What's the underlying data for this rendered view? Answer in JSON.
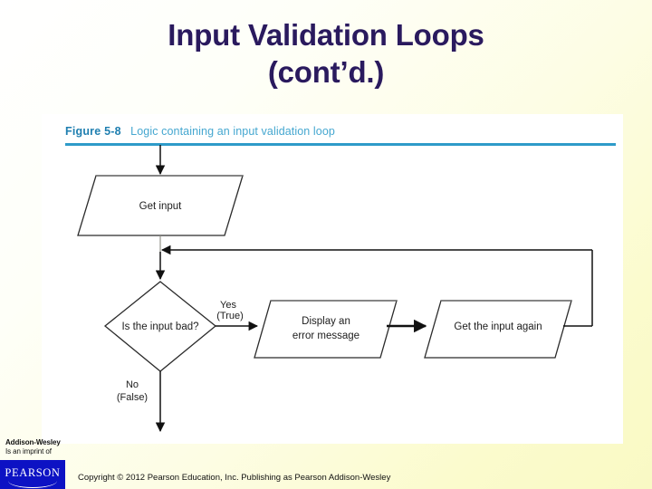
{
  "slide": {
    "title_line1": "Input Validation Loops",
    "title_line2": "(cont’d.)",
    "title_color": "#2a1a5e",
    "background_color": "#fbfbcd"
  },
  "figure": {
    "caption_label": "Figure 5-8",
    "caption_text": "Logic containing an input validation loop",
    "caption_color": "#2e9bc9",
    "rule_color": "#2e9bc9",
    "panel_color": "#ffffff"
  },
  "flowchart": {
    "type": "flowchart",
    "nodes": [
      {
        "id": "get-input",
        "shape": "parallelogram",
        "label": "Get input"
      },
      {
        "id": "decision",
        "shape": "diamond",
        "label": "Is the input bad?"
      },
      {
        "id": "display-error",
        "shape": "parallelogram",
        "label_line1": "Display an",
        "label_line2": "error message"
      },
      {
        "id": "get-again",
        "shape": "parallelogram",
        "label": "Get the input again"
      }
    ],
    "edge_labels": {
      "yes_line1": "Yes",
      "yes_line2": "(True)",
      "no_line1": "No",
      "no_line2": "(False)"
    },
    "edges": [
      {
        "from": "entry",
        "to": "get-input"
      },
      {
        "from": "get-input",
        "to": "decision"
      },
      {
        "from": "decision",
        "to": "display-error",
        "label": "Yes (True)"
      },
      {
        "from": "display-error",
        "to": "get-again"
      },
      {
        "from": "get-again",
        "to": "decision-entry",
        "label": "loop back"
      },
      {
        "from": "decision",
        "to": "exit",
        "label": "No (False)"
      }
    ]
  },
  "footer": {
    "imprint_line1": "Addison-Wesley",
    "imprint_line2": "Is an imprint of",
    "logo_text": "PEARSON",
    "logo_color": "#0d12c4",
    "copyright": "Copyright © 2012 Pearson Education, Inc. Publishing as Pearson Addison-Wesley"
  }
}
